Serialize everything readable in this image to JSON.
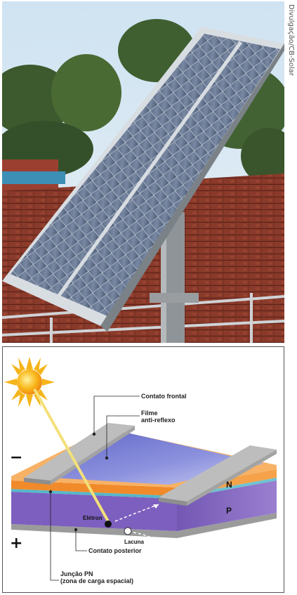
{
  "photo_credit": "Divulgação/CB-Solar",
  "diagram": {
    "labels": {
      "contato_frontal": "Contato frontal",
      "filme_line1": "Filme",
      "filme_line2": "anti-reflexo",
      "layer_n": "N",
      "layer_p": "P",
      "eletron": "Elétron",
      "lacuna": "Lacuna",
      "contato_posterior": "Contato posterior",
      "juncao_line1": "Junção PN",
      "juncao_line2": "(zona de carga espacial)",
      "minus": "−",
      "plus": "+"
    },
    "colors": {
      "p_layer": "#8b6bc2",
      "n_layer": "#f0892a",
      "anti_reflex": "#6f78cf",
      "contacts": "#a9a9a9",
      "sunlight": "#f3e07a"
    }
  }
}
